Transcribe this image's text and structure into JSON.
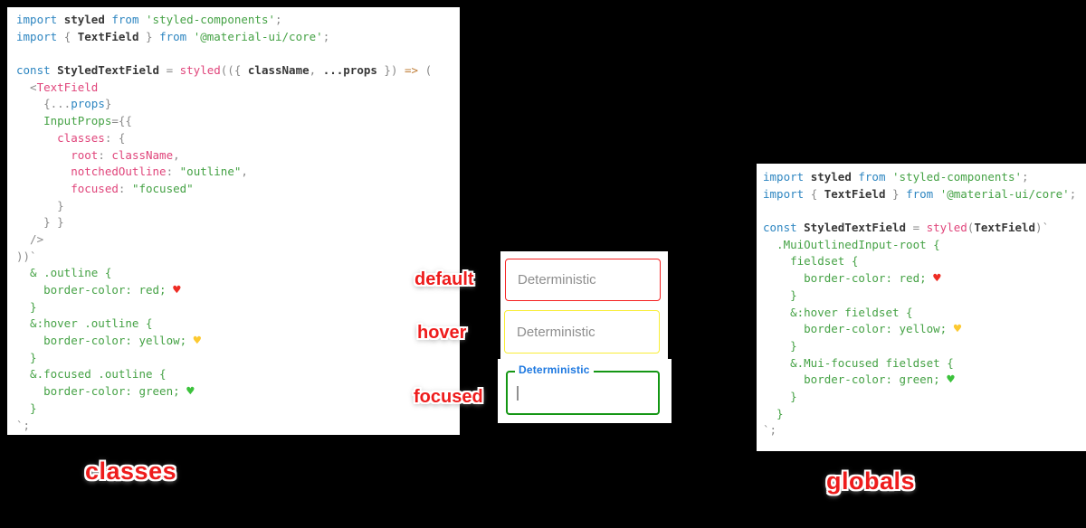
{
  "left_code": {
    "name": "classes approach source",
    "lines": [
      [
        [
          "kw",
          "import "
        ],
        [
          "id",
          "styled "
        ],
        [
          "kw",
          "from "
        ],
        [
          "str",
          "'styled-components'"
        ],
        [
          "gray",
          ";"
        ]
      ],
      [
        [
          "kw",
          "import "
        ],
        [
          "gray",
          "{ "
        ],
        [
          "id",
          "TextField"
        ],
        [
          "gray",
          " } "
        ],
        [
          "kw",
          "from "
        ],
        [
          "str",
          "'@material-ui/core'"
        ],
        [
          "gray",
          ";"
        ]
      ],
      [],
      [
        [
          "kw",
          "const "
        ],
        [
          "id",
          "StyledTextField"
        ],
        [
          "gray",
          " = "
        ],
        [
          "pink",
          "styled"
        ],
        [
          "gray",
          "(({ "
        ],
        [
          "id",
          "className"
        ],
        [
          "gray",
          ", "
        ],
        [
          "id",
          "...props"
        ],
        [
          "gray",
          " }) "
        ],
        [
          "arrow",
          "=>"
        ],
        [
          "gray",
          " ("
        ]
      ],
      [
        [
          "gray",
          "  <"
        ],
        [
          "pink",
          "TextField"
        ]
      ],
      [
        [
          "gray",
          "    {..."
        ],
        [
          "kw",
          "props"
        ],
        [
          "gray",
          "}"
        ]
      ],
      [
        [
          "green",
          "    InputProps"
        ],
        [
          "gray",
          "={{"
        ]
      ],
      [
        [
          "pink",
          "      classes"
        ],
        [
          "gray",
          ": {"
        ]
      ],
      [
        [
          "pink",
          "        root"
        ],
        [
          "gray",
          ": "
        ],
        [
          "pink",
          "className"
        ],
        [
          "gray",
          ","
        ]
      ],
      [
        [
          "pink",
          "        notchedOutline"
        ],
        [
          "gray",
          ": "
        ],
        [
          "str",
          "\"outline\""
        ],
        [
          "gray",
          ","
        ]
      ],
      [
        [
          "pink",
          "        focused"
        ],
        [
          "gray",
          ": "
        ],
        [
          "str",
          "\"focused\""
        ]
      ],
      [
        [
          "gray",
          "      }"
        ]
      ],
      [
        [
          "gray",
          "    } }"
        ]
      ],
      [
        [
          "gray",
          "  />"
        ]
      ],
      [
        [
          "gray",
          "))`"
        ]
      ],
      [
        [
          "green",
          "  & .outline {"
        ]
      ],
      [
        [
          "green",
          "    border-color: red; "
        ],
        [
          "h-red",
          "♥"
        ]
      ],
      [
        [
          "green",
          "  }"
        ]
      ],
      [
        [
          "green",
          "  &:hover .outline {"
        ]
      ],
      [
        [
          "green",
          "    border-color: yellow; "
        ],
        [
          "h-yellow",
          "♥"
        ]
      ],
      [
        [
          "green",
          "  }"
        ]
      ],
      [
        [
          "green",
          "  &.focused .outline {"
        ]
      ],
      [
        [
          "green",
          "    border-color: green; "
        ],
        [
          "h-green",
          "♥"
        ]
      ],
      [
        [
          "green",
          "  }"
        ]
      ],
      [
        [
          "gray",
          "`;"
        ]
      ]
    ]
  },
  "right_code": {
    "name": "globals approach source",
    "lines": [
      [
        [
          "kw",
          "import "
        ],
        [
          "id",
          "styled "
        ],
        [
          "kw",
          "from "
        ],
        [
          "str",
          "'styled-components'"
        ],
        [
          "gray",
          ";"
        ]
      ],
      [
        [
          "kw",
          "import "
        ],
        [
          "gray",
          "{ "
        ],
        [
          "id",
          "TextField"
        ],
        [
          "gray",
          " } "
        ],
        [
          "kw",
          "from "
        ],
        [
          "str",
          "'@material-ui/core'"
        ],
        [
          "gray",
          ";"
        ]
      ],
      [],
      [
        [
          "kw",
          "const "
        ],
        [
          "id",
          "StyledTextField"
        ],
        [
          "gray",
          " = "
        ],
        [
          "pink",
          "styled"
        ],
        [
          "gray",
          "("
        ],
        [
          "id",
          "TextField"
        ],
        [
          "gray",
          ")`"
        ]
      ],
      [
        [
          "green",
          "  .MuiOutlinedInput-root {"
        ]
      ],
      [
        [
          "green",
          "    fieldset {"
        ]
      ],
      [
        [
          "green",
          "      border-color: red; "
        ],
        [
          "h-red",
          "♥"
        ]
      ],
      [
        [
          "green",
          "    }"
        ]
      ],
      [
        [
          "green",
          "    &:hover fieldset {"
        ]
      ],
      [
        [
          "green",
          "      border-color: yellow; "
        ],
        [
          "h-yellow",
          "♥"
        ]
      ],
      [
        [
          "green",
          "    }"
        ]
      ],
      [
        [
          "green",
          "    &.Mui-focused fieldset {"
        ]
      ],
      [
        [
          "green",
          "      border-color: green; "
        ],
        [
          "h-green",
          "♥"
        ]
      ],
      [
        [
          "green",
          "    }"
        ]
      ],
      [
        [
          "green",
          "  }"
        ]
      ],
      [
        [
          "gray",
          "`;"
        ]
      ]
    ]
  },
  "demo": {
    "default_label": "default",
    "hover_label": "hover",
    "focused_label": "focused",
    "placeholder": "Deterministic",
    "focused_field_label": "Deterministic"
  },
  "captions": {
    "left": "classes",
    "right": "globals"
  },
  "colors": {
    "default_border": "#f52020",
    "hover_border": "#f9ee38",
    "focused_border": "#149614",
    "focused_label_blue": "#1d78e0",
    "annotation_red": "#ee1c1c",
    "keyword_blue": "#2e86c1",
    "string_green": "#45a245",
    "property_pink": "#e0457b"
  }
}
